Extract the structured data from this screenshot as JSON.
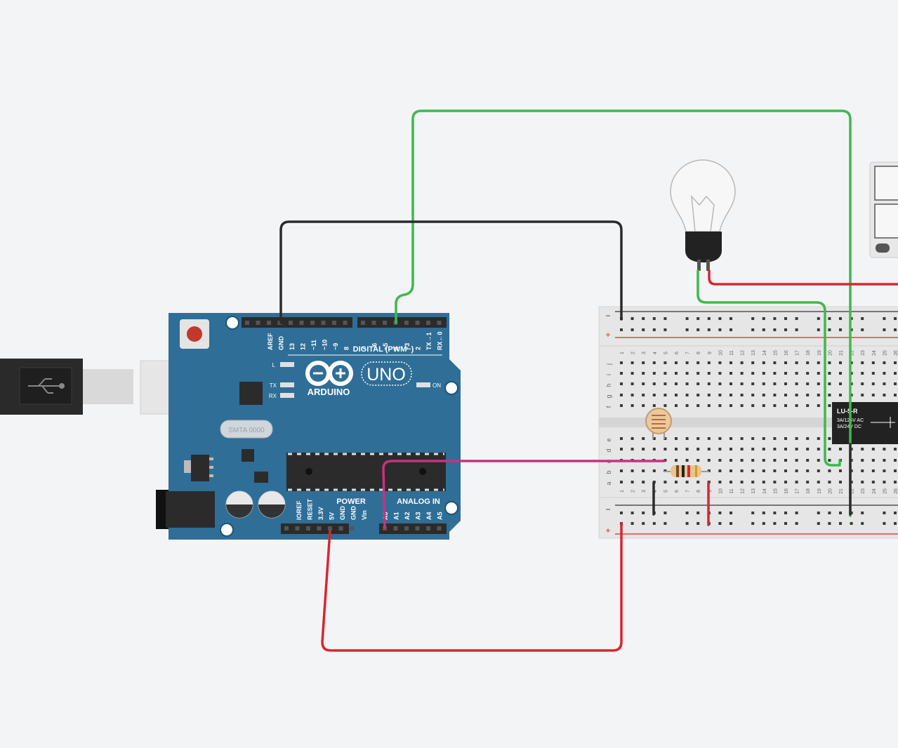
{
  "arduino": {
    "model": "UNO",
    "brand": "ARDUINO",
    "digital_label": "DIGITAL (PWM~)",
    "power_label": "POWER",
    "analog_label": "ANALOG IN",
    "crystal_text": "SMTA 0000",
    "led_l": "L",
    "led_tx": "TX",
    "led_rx": "RX",
    "led_on": "ON",
    "digital_pins": [
      "AREF",
      "GND",
      "13",
      "12",
      "~11",
      "~10",
      "~9",
      "8",
      "7",
      "~6",
      "~5",
      "4",
      "~3",
      "2",
      "TX→1",
      "RX←0"
    ],
    "power_pins": [
      "IOREF",
      "RESET",
      "3.3V",
      "5V",
      "GND",
      "GND",
      "Vin"
    ],
    "analog_pins": [
      "A0",
      "A1",
      "A2",
      "A3",
      "A4",
      "A5"
    ]
  },
  "breadboard": {
    "rail_minus": "−",
    "rail_plus": "+",
    "rows_top": [
      "j",
      "i",
      "h",
      "g",
      "f"
    ],
    "rows_bottom": [
      "e",
      "d",
      "c",
      "b",
      "a"
    ],
    "columns": [
      "1",
      "2",
      "3",
      "4",
      "5",
      "6",
      "7",
      "8",
      "9",
      "10",
      "11",
      "12",
      "13",
      "14",
      "15",
      "16",
      "17",
      "18",
      "19",
      "20",
      "21",
      "22",
      "23",
      "24",
      "25",
      "26"
    ]
  },
  "relay": {
    "model": "LU-5-R",
    "rating_ac": "3A/125V AC",
    "rating_dc": "3A/24V DC"
  },
  "colors": {
    "board": "#2f6e97",
    "wire_green": "#3dba4c",
    "wire_black": "#2b2b2b",
    "wire_red": "#d7262f",
    "wire_pink": "#c8327e"
  }
}
